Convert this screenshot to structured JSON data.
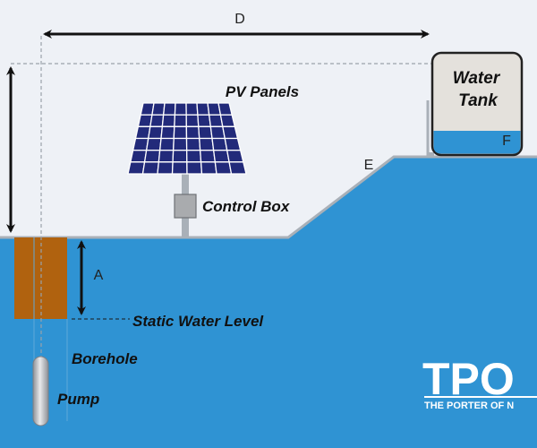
{
  "labels": {
    "distance_d": "D",
    "depth_a": "A",
    "slope_e": "E",
    "tank_level_f": "F",
    "pv_panels": "PV Panels",
    "control_box": "Control Box",
    "static_water_level": "Static Water Level",
    "borehole": "Borehole",
    "pump": "Pump",
    "water_tank_line1": "Water",
    "water_tank_line2": "Tank"
  },
  "logo": {
    "mark": "TPO",
    "tagline": "THE PORTER OF N"
  },
  "colors": {
    "sky": "#eef1f6",
    "ground": "#2f93d3",
    "ground_line": "#a9b0b8",
    "borehole_casing": "#b0620f",
    "panel": "#222a7a",
    "tank_body": "#e4e1dc",
    "tank_water": "#2f93d3",
    "arrows": "#111111",
    "pump": "#b9bcc0"
  }
}
